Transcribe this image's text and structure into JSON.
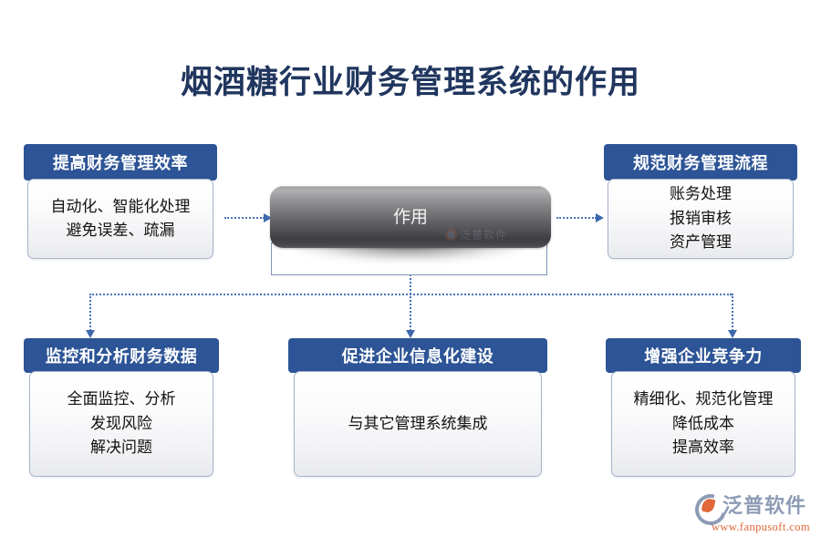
{
  "page": {
    "title": "烟酒糖行业财务管理系统的作用",
    "title_color": "#20365e",
    "header_color": "#2d5496",
    "connector_color": "#4a73b8",
    "background": "#ffffff"
  },
  "center_node": {
    "label": "作用",
    "watermark": "泛普软件"
  },
  "cards": [
    {
      "id": "improve-efficiency",
      "header": "提高财务管理效率",
      "lines": [
        "自动化、智能化处理",
        "避免误差、疏漏"
      ]
    },
    {
      "id": "standardize-process",
      "header": "规范财务管理流程",
      "lines": [
        "账务处理",
        "报销审核",
        "资产管理"
      ]
    },
    {
      "id": "monitor-analyze",
      "header": "监控和分析财务数据",
      "lines": [
        "全面监控、分析",
        "发现风险",
        "解决问题"
      ]
    },
    {
      "id": "informatization",
      "header": "促进企业信息化建设",
      "lines": [
        "与其它管理系统集成"
      ]
    },
    {
      "id": "competitiveness",
      "header": "增强企业竞争力",
      "lines": [
        "精细化、规范化管理",
        "降低成本",
        "提高效率"
      ]
    }
  ],
  "logo": {
    "name": "泛普软件",
    "url": "www.fanpusoft.com"
  }
}
